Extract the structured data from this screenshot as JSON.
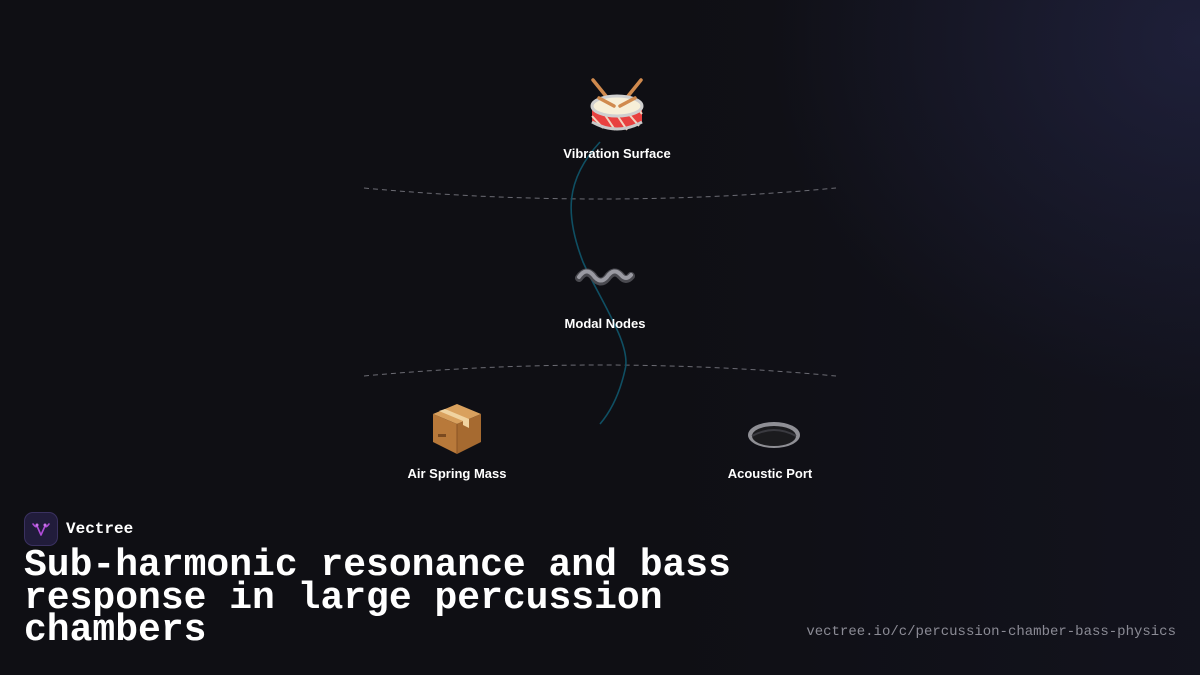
{
  "diagram": {
    "nodes": [
      {
        "id": "vibration-surface",
        "label": "Vibration Surface",
        "icon": "drum-icon"
      },
      {
        "id": "modal-nodes",
        "label": "Modal Nodes",
        "icon": "wavy-line-icon"
      },
      {
        "id": "air-spring-mass",
        "label": "Air Spring Mass",
        "icon": "package-box-icon"
      },
      {
        "id": "acoustic-port",
        "label": "Acoustic Port",
        "icon": "hole-icon"
      }
    ],
    "colors": {
      "connector": "#0f4f63",
      "divider": "#6b6b73"
    }
  },
  "brand": {
    "name": "Vectree",
    "logo_icon": "vectree-logo-icon",
    "logo_color": "#b04bd8"
  },
  "headline": "Sub-harmonic resonance and bass response in large percussion chambers",
  "url": "vectree.io/c/percussion-chamber-bass-physics"
}
